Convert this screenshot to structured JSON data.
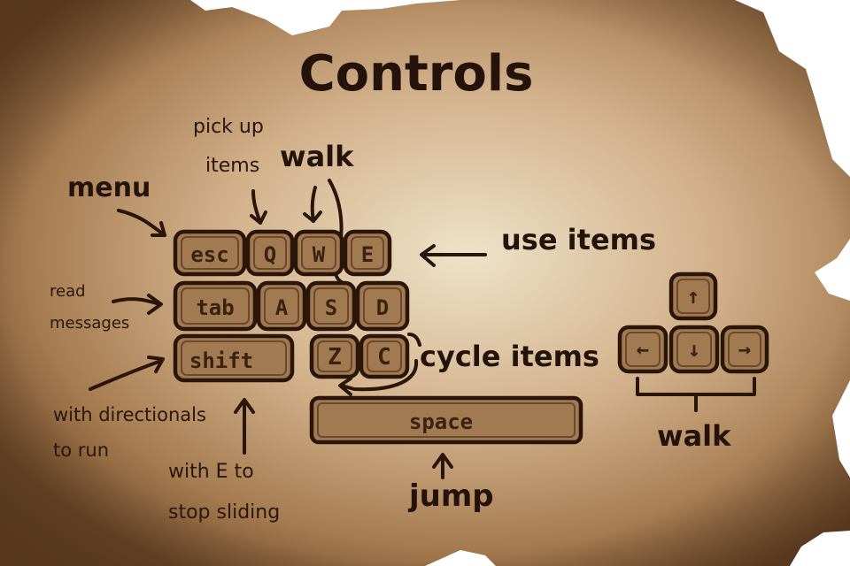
{
  "title": "Controls",
  "annotations": {
    "menu": "menu",
    "pick_up_line1": "pick up",
    "pick_up_line2": "items",
    "walk_top": "walk",
    "use_items": "use items",
    "read_line1": "read",
    "read_line2": "messages",
    "cycle_items": "cycle items",
    "run_line1": "with directionals",
    "run_line2": "to run",
    "slide_line1": "with E to",
    "slide_line2": "stop sliding",
    "jump": "jump",
    "walk_arrows": "walk"
  },
  "keys": {
    "esc": "esc",
    "q": "Q",
    "w": "W",
    "e": "E",
    "tab": "tab",
    "a": "A",
    "s": "S",
    "d": "D",
    "shift": "shift",
    "z": "Z",
    "c": "C",
    "space": "space",
    "up": "↑",
    "left": "←",
    "down": "↓",
    "right": "→"
  },
  "colors": {
    "parchment": "#c9a77b",
    "ink": "#2a1608",
    "key_fill": "#a27a52"
  }
}
